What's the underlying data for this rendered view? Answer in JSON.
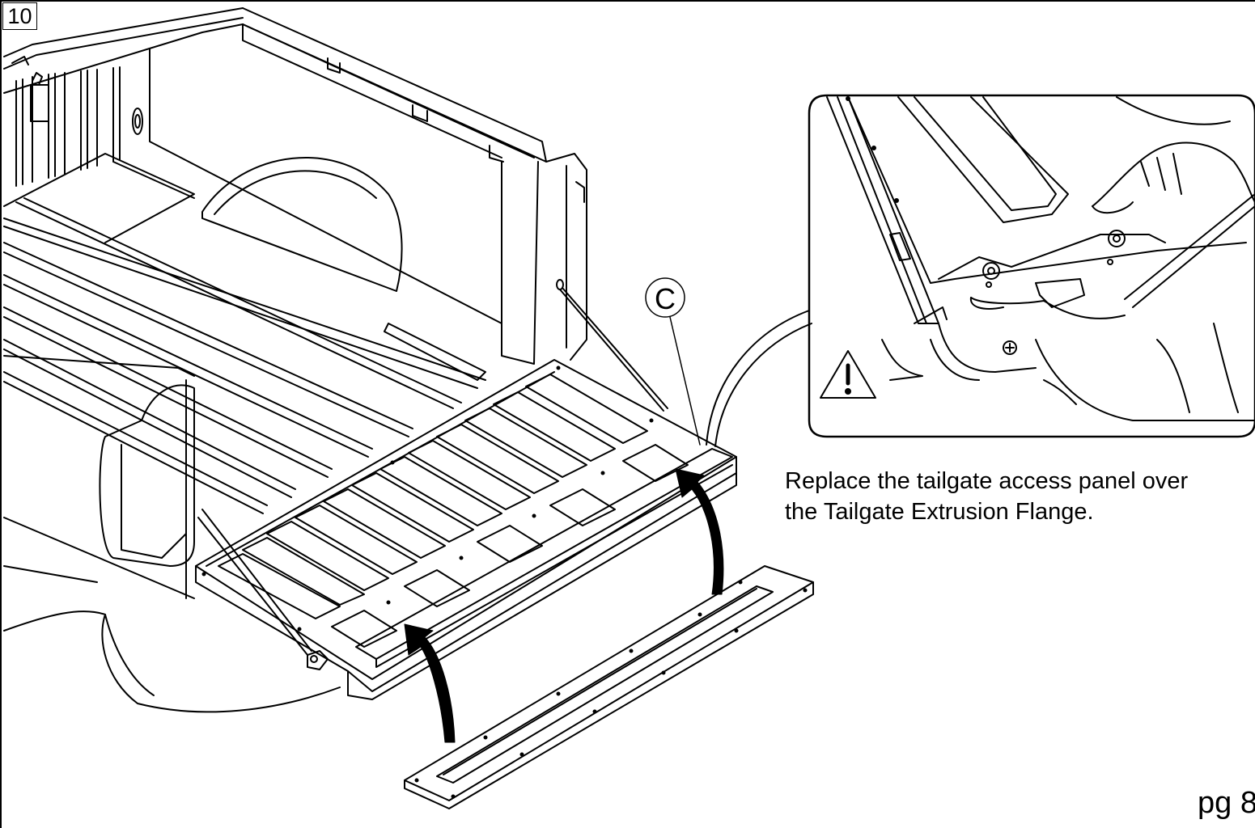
{
  "step": {
    "number": "10"
  },
  "callout": {
    "label": "C"
  },
  "instruction": {
    "text": "Replace the tailgate access panel over\nthe Tailgate Extrusion Flange."
  },
  "footer": {
    "page": "pg 8"
  },
  "icons": [
    "warning-icon",
    "curved-arrow-icon"
  ],
  "colors": {
    "line": "#000000",
    "background": "#ffffff"
  }
}
